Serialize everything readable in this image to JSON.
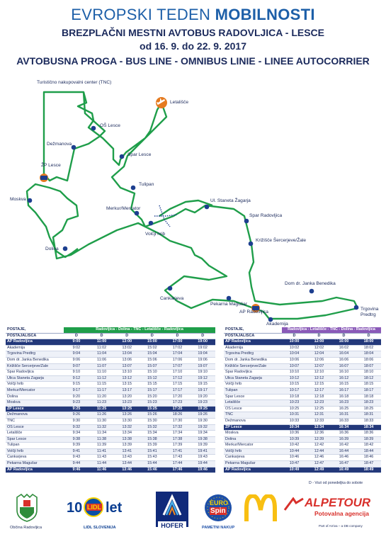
{
  "header": {
    "line1_regular": "EVROPSKI TEDEN ",
    "line1_bold": "MOBILNOSTI",
    "line2": "BREZPLAČNI MESTNI AVTOBUS RADOVLJICA - LESCE",
    "line3": "od 16. 9. do 22. 9. 2017",
    "line4": "AVTOBUSNA PROGA - BUS LINE - OMNIBUS LINIE - LINEE AUTOCORRIER"
  },
  "map": {
    "stops": {
      "tnc": "Turistično nakupovalni center (TNC)",
      "letalisce": "Letališče",
      "os_lesce": "OŠ Lesce",
      "dezmanova": "Dežmanova",
      "spar_lesce": "Spar Lesce",
      "zp_lesce": "ŽP Lesce",
      "tulipan": "Tulipan",
      "moskva": "Moskva",
      "ul_staneta": "Ul. Staneta Žagarja",
      "merkur": "Merkur/Mercator",
      "spar_radovljica": "Spar Radovljica",
      "volcji_hrib": "Volčji hrib",
      "krizisce": "Križišče Šercerjeve/Žale",
      "dolina": "Dolina",
      "dom_benedika": "Dom dr. Janka Benedika",
      "cankarjeva": "Cankarjeva",
      "pekarna": "Pekarna Magušar",
      "ap_radovljica": "AP Radovljica",
      "trgovina": "Trgovina Predtrg",
      "akademija": "Akademija"
    },
    "colors": {
      "route": "#1f9e4a",
      "stop": "#1d3f8f",
      "terminal": "#e57a1f"
    }
  },
  "table_left": {
    "header_col1": "POSTAJE,",
    "header_col1b": "POSTAJALIŠČA",
    "route_title": "Radovljica - Dolina - TNC - Letališče - Radovljica",
    "route_color": "#1f9e4a",
    "day_label": "D",
    "rows": [
      {
        "name": "AP Radovljica",
        "times": [
          "9:00",
          "11:00",
          "13:00",
          "15:00",
          "17:00",
          "19:00"
        ],
        "hl": true
      },
      {
        "name": "Akademija",
        "times": [
          "9:02",
          "11:02",
          "13:02",
          "15:02",
          "17:02",
          "19:02"
        ]
      },
      {
        "name": "Trgovina Predtrg",
        "times": [
          "9:04",
          "11:04",
          "13:04",
          "15:04",
          "17:04",
          "19:04"
        ]
      },
      {
        "name": "Dom dr. Janka Benedika",
        "times": [
          "9:06",
          "11:06",
          "13:06",
          "15:06",
          "17:06",
          "19:06"
        ]
      },
      {
        "name": "Križišče Šercerjeve/Žale",
        "times": [
          "9:07",
          "11:07",
          "13:07",
          "15:07",
          "17:07",
          "19:07"
        ]
      },
      {
        "name": "Spar Radovljica",
        "times": [
          "9:10",
          "11:10",
          "13:10",
          "15:10",
          "17:10",
          "19:10"
        ]
      },
      {
        "name": "Ulica Staneta Žagarja",
        "times": [
          "9:12",
          "11:12",
          "13:12",
          "15:12",
          "17:12",
          "19:12"
        ]
      },
      {
        "name": "Volčji hrib",
        "times": [
          "9:15",
          "11:15",
          "13:15",
          "15:15",
          "17:15",
          "19:15"
        ]
      },
      {
        "name": "Merkur/Mercator",
        "times": [
          "9:17",
          "11:17",
          "13:17",
          "15:17",
          "17:17",
          "19:17"
        ]
      },
      {
        "name": "Dolina",
        "times": [
          "9:20",
          "11:20",
          "13:20",
          "15:20",
          "17:20",
          "19:20"
        ]
      },
      {
        "name": "Moskva",
        "times": [
          "9:23",
          "11:23",
          "13:23",
          "15:23",
          "17:23",
          "19:23"
        ]
      },
      {
        "name": "ŽP Lesce",
        "times": [
          "9:25",
          "11:25",
          "13:25",
          "15:25",
          "17:25",
          "19:25"
        ],
        "hl": true
      },
      {
        "name": "Dežmanova",
        "times": [
          "9:26",
          "11:26",
          "13:26",
          "15:26",
          "18:26",
          "19:26"
        ]
      },
      {
        "name": "TNC",
        "times": [
          "9:30",
          "11:30",
          "13:30",
          "15:30",
          "17:30",
          "19:30"
        ]
      },
      {
        "name": "OŠ Lesce",
        "times": [
          "9:32",
          "11:32",
          "13:32",
          "15:32",
          "17:32",
          "19:32"
        ]
      },
      {
        "name": "Letališče",
        "times": [
          "9:34",
          "11:34",
          "13:34",
          "15:34",
          "17:34",
          "19:34"
        ]
      },
      {
        "name": "Spar Lesce",
        "times": [
          "9:38",
          "11:38",
          "13:38",
          "15:38",
          "17:38",
          "19:38"
        ]
      },
      {
        "name": "Tulipan",
        "times": [
          "9:39",
          "11:39",
          "13:39",
          "15:39",
          "17:39",
          "19:39"
        ]
      },
      {
        "name": "Volčji hrib",
        "times": [
          "9:41",
          "11:41",
          "13:41",
          "15:41",
          "17:41",
          "19:41"
        ]
      },
      {
        "name": "Cankarjeva",
        "times": [
          "9:43",
          "11:43",
          "13:43",
          "15:43",
          "17:43",
          "19:43"
        ]
      },
      {
        "name": "Pekarna Magušar",
        "times": [
          "9:44",
          "11:44",
          "13:44",
          "15:44",
          "17:44",
          "19:44"
        ]
      },
      {
        "name": "AP Radovljica",
        "times": [
          "9:46",
          "11:46",
          "13:46",
          "15:46",
          "17:46",
          "19:46"
        ],
        "hl": true
      }
    ]
  },
  "table_right": {
    "header_col1": "POSTAJE,",
    "header_col1b": "POSTAJALIŠČA",
    "route_title": "Radovljica - Letališče - TNC - Dolina - Radovljica",
    "route_color": "#8a5ab8",
    "day_label": "D",
    "rows": [
      {
        "name": "AP Radovljica",
        "times": [
          "10:00",
          "12:00",
          "16:00",
          "18:00"
        ],
        "hl": true
      },
      {
        "name": "Akademija",
        "times": [
          "10:02",
          "12:02",
          "16:02",
          "18:02"
        ]
      },
      {
        "name": "Trgovina Predtrg",
        "times": [
          "10:04",
          "12:04",
          "16:04",
          "18:04"
        ]
      },
      {
        "name": "Dom dr. Janka Benedika",
        "times": [
          "10:06",
          "12:06",
          "16:06",
          "18:06"
        ]
      },
      {
        "name": "Križišče Šercerjeve/Žale",
        "times": [
          "10:07",
          "12:07",
          "16:07",
          "18:07"
        ]
      },
      {
        "name": "Spar Radovljica",
        "times": [
          "10:10",
          "12:10",
          "16:10",
          "18:10"
        ]
      },
      {
        "name": "Ulica Staneta Žagarja",
        "times": [
          "10:12",
          "12:12",
          "16:12",
          "18:12"
        ]
      },
      {
        "name": "Volčji hrib",
        "times": [
          "10:15",
          "12:15",
          "16:15",
          "18:15"
        ]
      },
      {
        "name": "Tulipan",
        "times": [
          "10:17",
          "12:17",
          "16:17",
          "18:17"
        ]
      },
      {
        "name": "Spar Lesce",
        "times": [
          "10:18",
          "12:18",
          "16:18",
          "18:18"
        ]
      },
      {
        "name": "Letališče",
        "times": [
          "10:23",
          "12:23",
          "16:23",
          "18:23"
        ]
      },
      {
        "name": "OŠ Lesce",
        "times": [
          "10:25",
          "12:25",
          "16:25",
          "18:25"
        ]
      },
      {
        "name": "TNC",
        "times": [
          "10:31",
          "12:31",
          "16:31",
          "18:31"
        ]
      },
      {
        "name": "Dežmanova",
        "times": [
          "10:33",
          "12:33",
          "16:33",
          "18:33"
        ]
      },
      {
        "name": "ŽP Lesce",
        "times": [
          "10:34",
          "12:34",
          "16:34",
          "18:34"
        ],
        "hl": true
      },
      {
        "name": "Moskva",
        "times": [
          "10:36",
          "12:36",
          "16:36",
          "18:36"
        ]
      },
      {
        "name": "Dolina",
        "times": [
          "10:39",
          "12:39",
          "16:39",
          "18:39"
        ]
      },
      {
        "name": "Merkur/Mercator",
        "times": [
          "10:42",
          "12:42",
          "16:42",
          "18:42"
        ]
      },
      {
        "name": "Volčji hrib",
        "times": [
          "10:44",
          "12:44",
          "16:44",
          "18:44"
        ]
      },
      {
        "name": "Cankarjeva",
        "times": [
          "10:46",
          "12:46",
          "16:46",
          "18:46"
        ]
      },
      {
        "name": "Pekarna Magušar",
        "times": [
          "10:47",
          "12:47",
          "16:47",
          "18:47"
        ]
      },
      {
        "name": "AP Radovljica",
        "times": [
          "10:49",
          "12:49",
          "16:49",
          "18:49"
        ],
        "hl": true
      }
    ]
  },
  "note": "D - Vozi od ponedeljka do sobote",
  "sponsors": {
    "obcina_caption": "Občina Radovljica",
    "lidl_number": "10",
    "lidl_word": "LIDL",
    "lidl_suffix": "let",
    "lidl_caption": "LIDL SLOVENIJA",
    "hofer_word": "HOFER",
    "eurospin_top": "EURO",
    "eurospin_bottom": "Spin",
    "eurospin_caption": "PAMETNI NAKUP",
    "alpetour_name": "ALPETOUR",
    "alpetour_sub": "Potovalna agencija",
    "alpetour_caption": "Part of Arriva – a DB company"
  }
}
